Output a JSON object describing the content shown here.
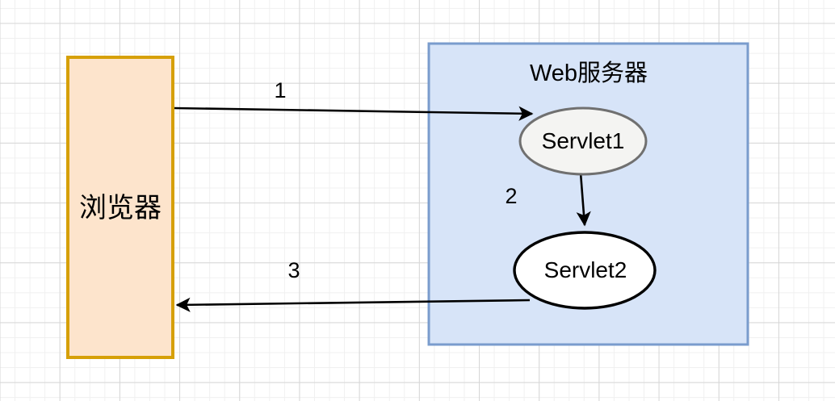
{
  "diagram": {
    "title_text": "Web服务器",
    "browser": {
      "label": "浏览器",
      "fill": "#fde4cc",
      "stroke": "#d6a008"
    },
    "server": {
      "label": "Web服务器",
      "fill": "#d7e4f8",
      "stroke": "#7a9ccd"
    },
    "nodes": [
      {
        "id": "servlet1",
        "label": "Servlet1",
        "fill": "#f4f4f2",
        "stroke": "#707070"
      },
      {
        "id": "servlet2",
        "label": "Servlet2",
        "fill": "#ffffff",
        "stroke": "#000000"
      }
    ],
    "edges": [
      {
        "id": "request",
        "label": "1",
        "from": "浏览器",
        "to": "Servlet1"
      },
      {
        "id": "forward",
        "label": "2",
        "from": "Servlet1",
        "to": "Servlet2"
      },
      {
        "id": "response",
        "label": "3",
        "from": "Servlet2",
        "to": "浏览器"
      }
    ],
    "colors": {
      "edge": "#000000",
      "grid_minor": "#f0f0f0",
      "grid_major": "#d6d6d6",
      "background": "#ffffff"
    }
  }
}
